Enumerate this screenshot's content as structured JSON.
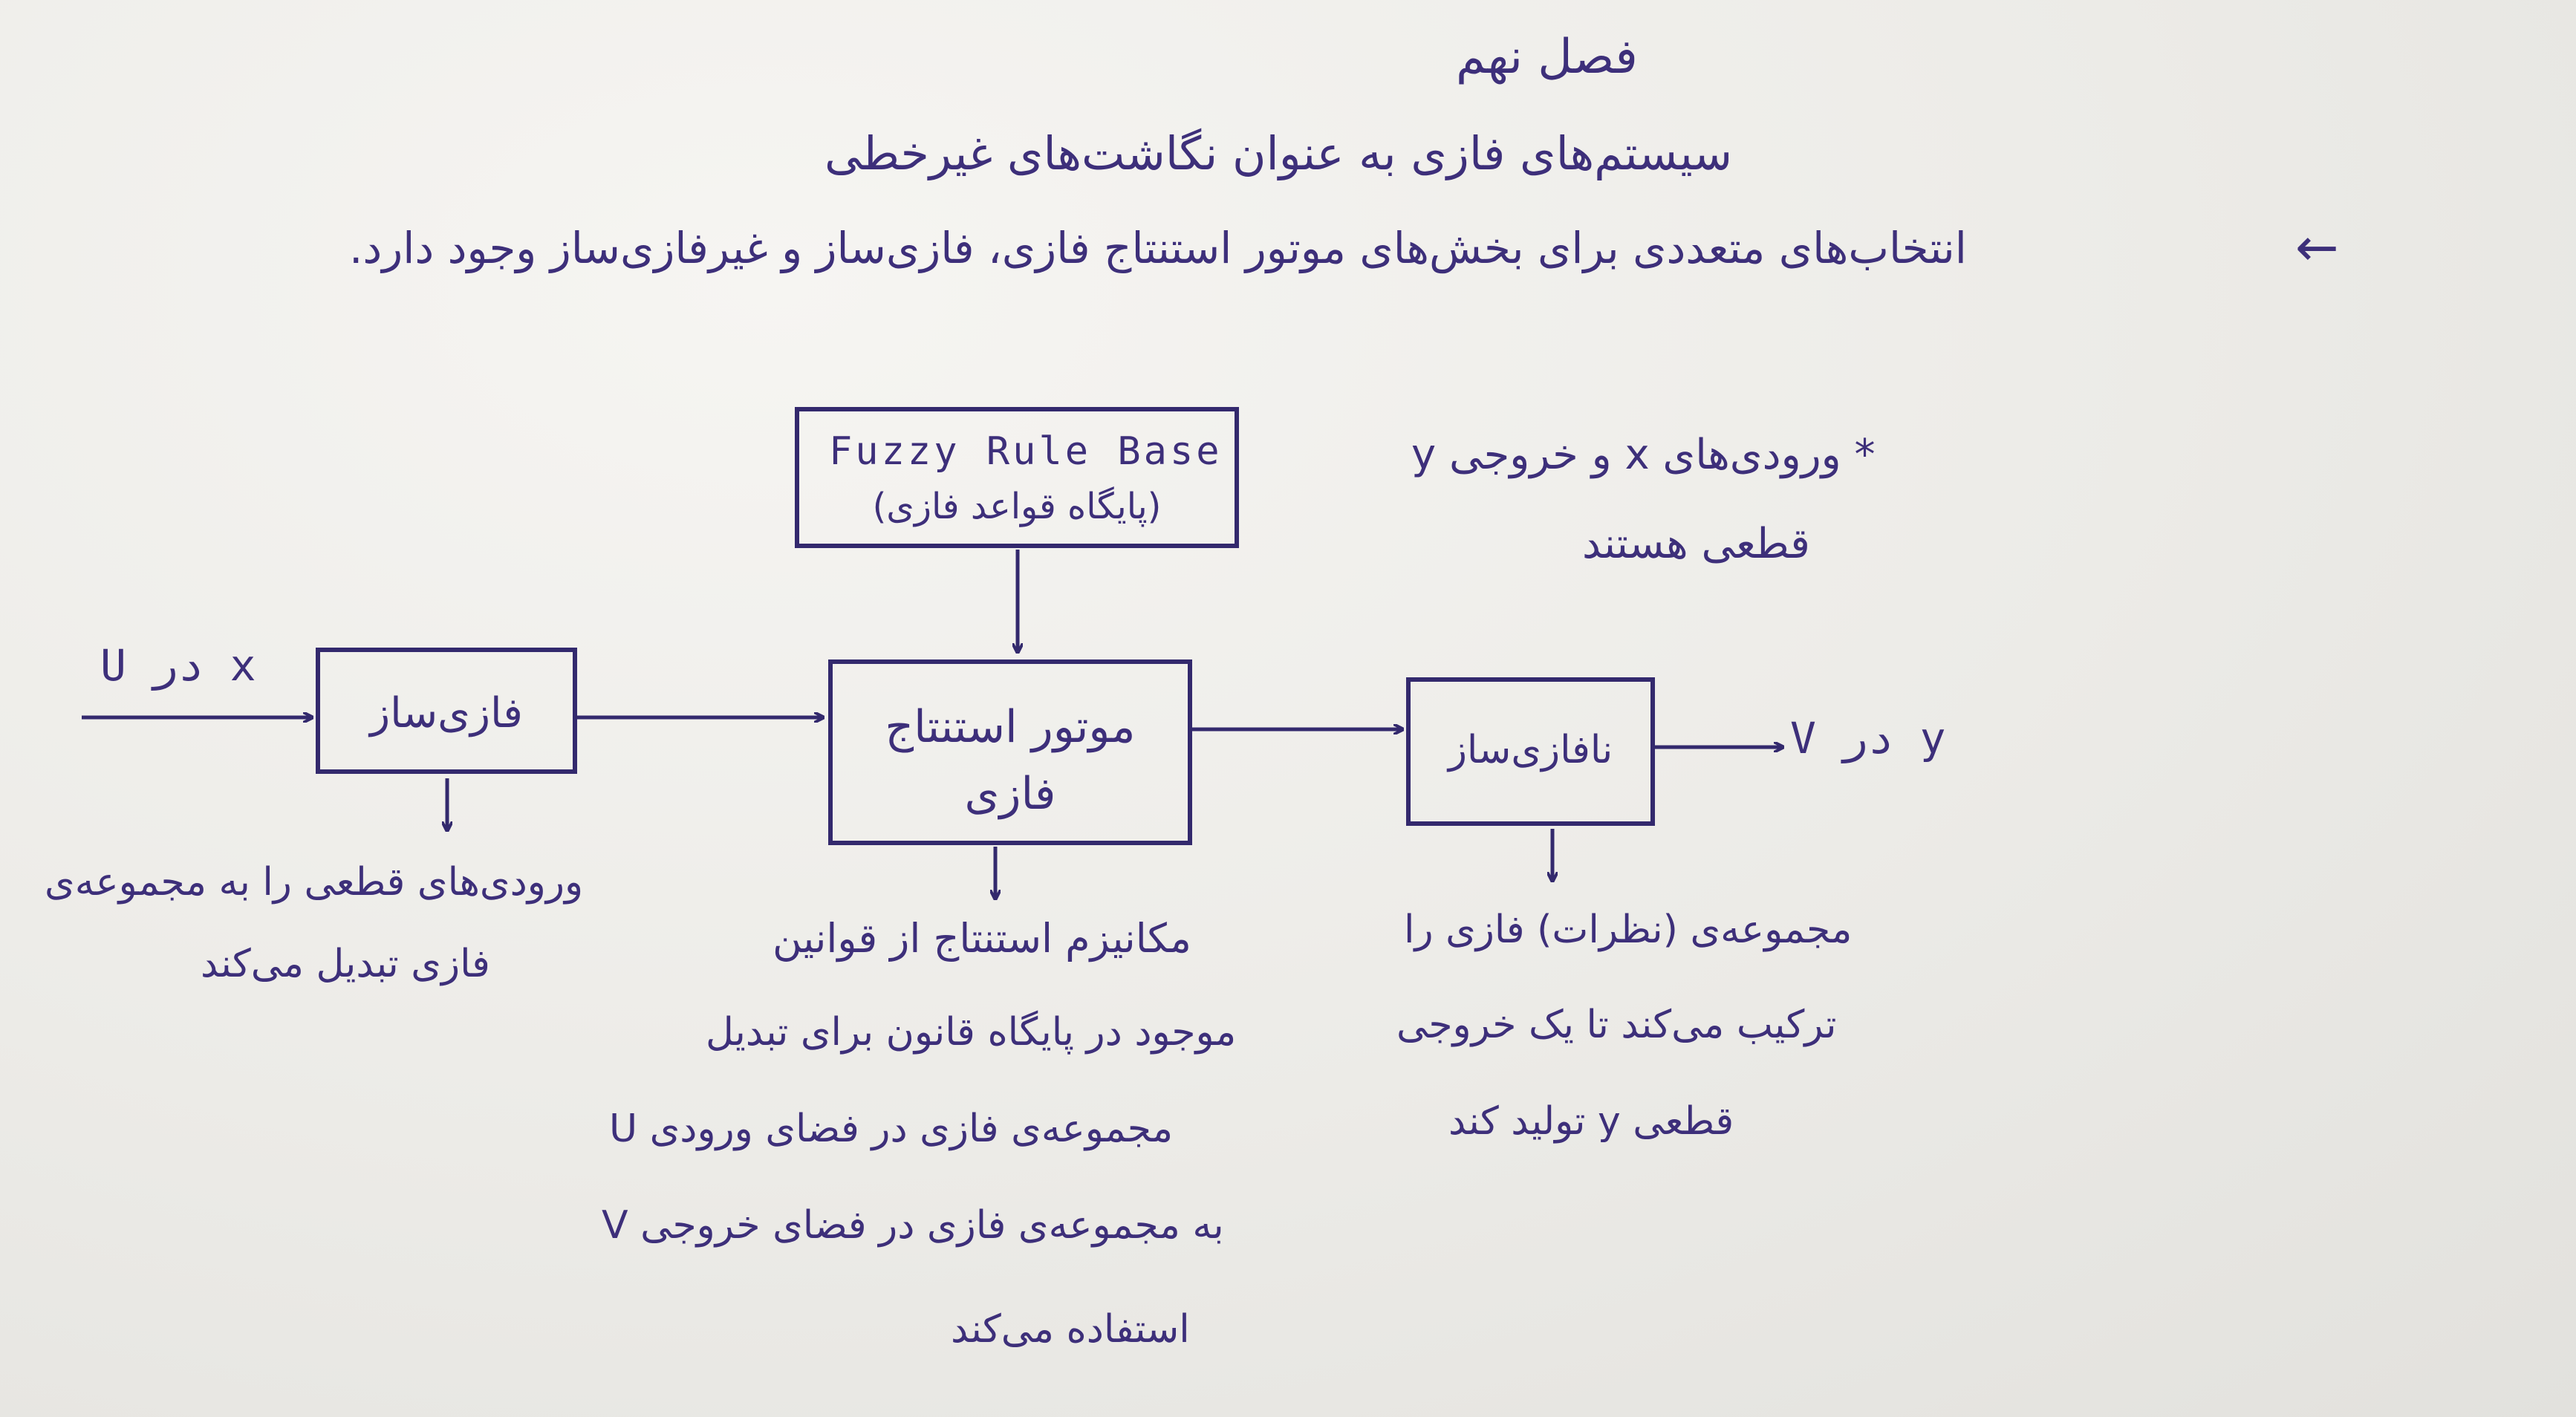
{
  "heading": {
    "chapter": "فصل نهم",
    "title": "سیستم‌های فازی به عنوان نگاشت‌های غیرخطی",
    "intro_arrow": "←",
    "intro": "انتخاب‌های متعددی برای بخش‌های موتور استنتاج فازی، فازی‌ساز و غیرفازی‌ساز وجود دارد."
  },
  "side_note": {
    "line1": "* ورودی‌های x و خروجی y",
    "line2": "قطعی هستند"
  },
  "diagram": {
    "rule_base": {
      "title": "Fuzzy Rule Base",
      "subtitle": "(پایگاه قواعد فازی)"
    },
    "fuzzifier": {
      "label": "فازی‌ساز",
      "input_label": "x در U",
      "caption_line1": "ورودی‌های قطعی را به مجموعه‌ی",
      "caption_line2": "فازی تبدیل می‌کند"
    },
    "inference_engine": {
      "label_line1": "موتور استنتاج",
      "label_line2": "فازی",
      "caption_line1": "مکانیزم استنتاج از قوانین",
      "caption_line2": "موجود در پایگاه قانون برای تبدیل",
      "caption_line3": "مجموعه‌ی فازی در فضای ورودی U",
      "caption_line4": "به مجموعه‌ی فازی در فضای خروجی V",
      "caption_line5": "استفاده می‌کند"
    },
    "defuzzifier": {
      "label": "نافازی‌ساز",
      "output_label": "y در V",
      "caption_line1": "مجموعه‌ی (نظرات) فازی را",
      "caption_line2": "ترکیب می‌کند تا یک خروجی",
      "caption_line3": "قطعی y تولید کند"
    }
  },
  "colors": {
    "ink": "#3d2f7a",
    "box_border": "#33296d",
    "paper": "#ecebe8"
  }
}
